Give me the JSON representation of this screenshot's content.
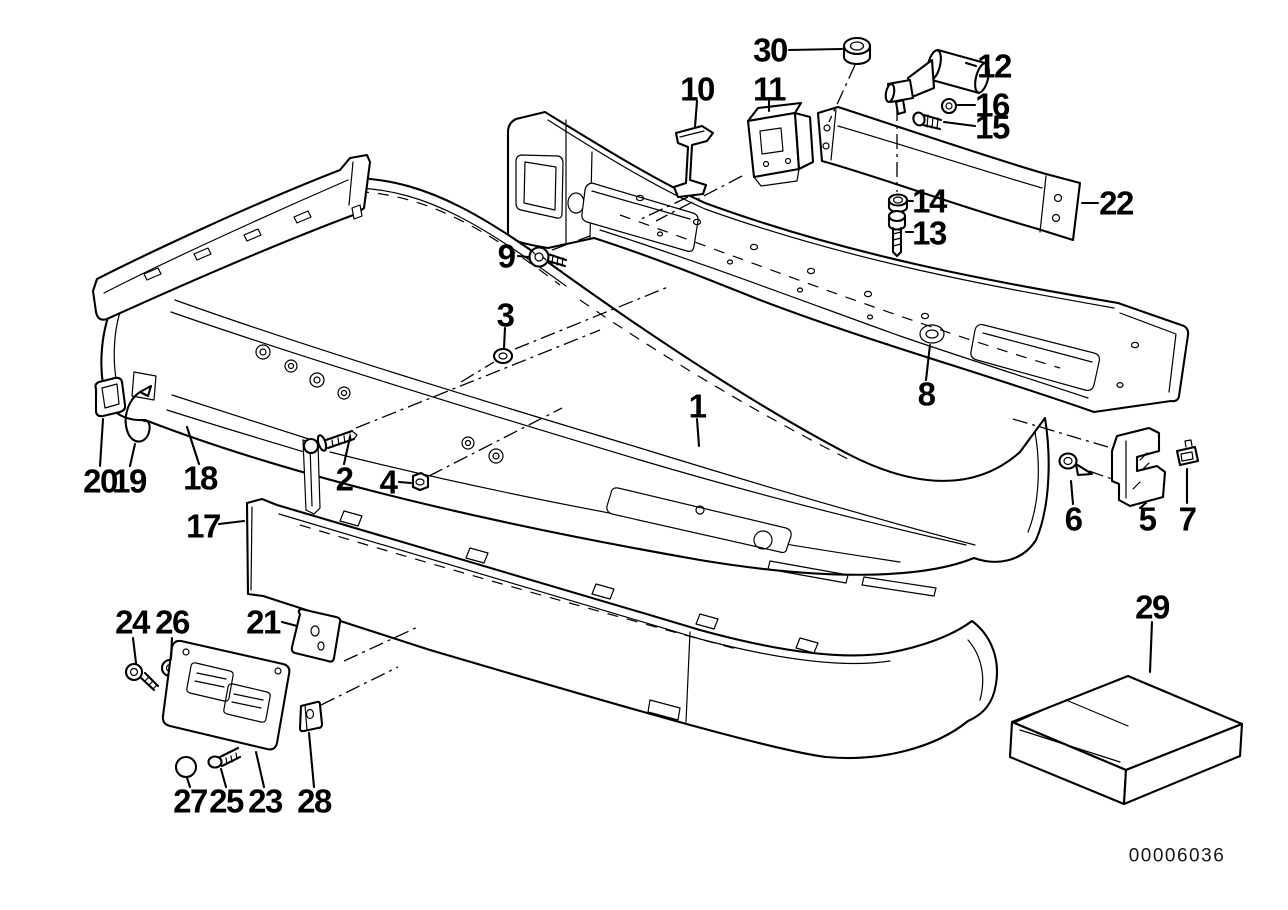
{
  "diagram": {
    "doc_number": "00006036",
    "callouts": [
      {
        "label": "1"
      },
      {
        "label": "2"
      },
      {
        "label": "3"
      },
      {
        "label": "4"
      },
      {
        "label": "5"
      },
      {
        "label": "6"
      },
      {
        "label": "7"
      },
      {
        "label": "8"
      },
      {
        "label": "9"
      },
      {
        "label": "10"
      },
      {
        "label": "11"
      },
      {
        "label": "12"
      },
      {
        "label": "13"
      },
      {
        "label": "14"
      },
      {
        "label": "15"
      },
      {
        "label": "16"
      },
      {
        "label": "17"
      },
      {
        "label": "18"
      },
      {
        "label": "19"
      },
      {
        "label": "20"
      },
      {
        "label": "21"
      },
      {
        "label": "22"
      },
      {
        "label": "23"
      },
      {
        "label": "24"
      },
      {
        "label": "25"
      },
      {
        "label": "26"
      },
      {
        "label": "27"
      },
      {
        "label": "28"
      },
      {
        "label": "29"
      },
      {
        "label": "30"
      }
    ]
  }
}
